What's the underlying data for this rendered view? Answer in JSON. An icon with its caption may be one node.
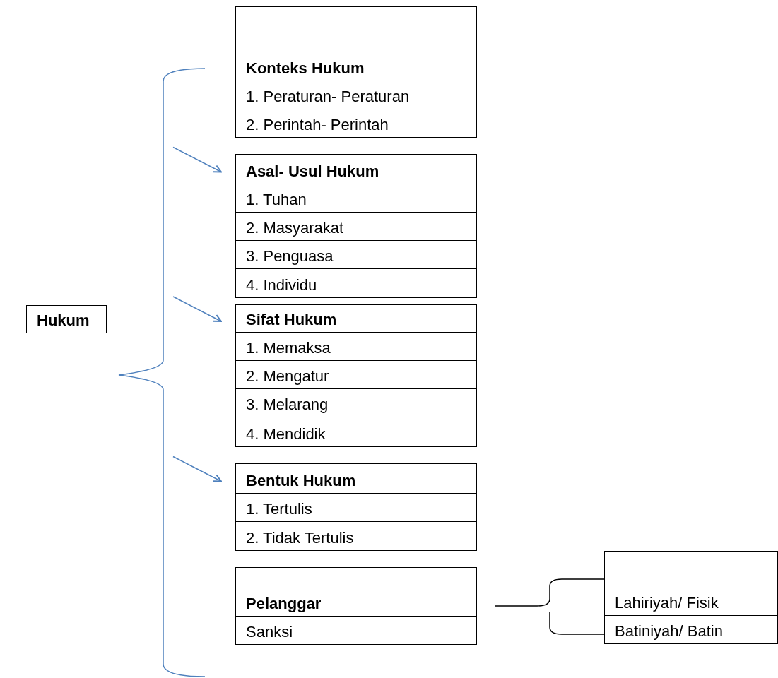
{
  "diagram": {
    "nodes": [
      {
        "text": [
          "Hukum"
        ]
      },
      {
        "text": [
          "Konteks Hukum",
          "1. Peraturan- Peraturan",
          "2. Perintah- Perintah"
        ]
      },
      {
        "text": [
          "Asal- Usul Hukum",
          "1. Tuhan",
          "2. Masyarakat",
          "3. Penguasa",
          "4. Individu"
        ]
      },
      {
        "text": [
          "Sifat Hukum",
          "1. Memaksa",
          "2. Mengatur",
          "3. Melarang",
          "4. Mendidik"
        ]
      },
      {
        "text": [
          "Bentuk Hukum",
          "1. Tertulis",
          "2. Tidak Tertulis"
        ]
      },
      {
        "text": [
          "Pelanggar",
          "Sanksi"
        ]
      },
      {
        "text": [
          "Lahiriyah/ Fisik",
          "Batiniyah/ Batin"
        ]
      }
    ],
    "edges": [
      {
        "from": 0,
        "to": 2,
        "arrow": "to"
      },
      {
        "from": 0,
        "to": 3,
        "arrow": "to"
      },
      {
        "from": 0,
        "to": 4,
        "arrow": "to"
      }
    ]
  }
}
